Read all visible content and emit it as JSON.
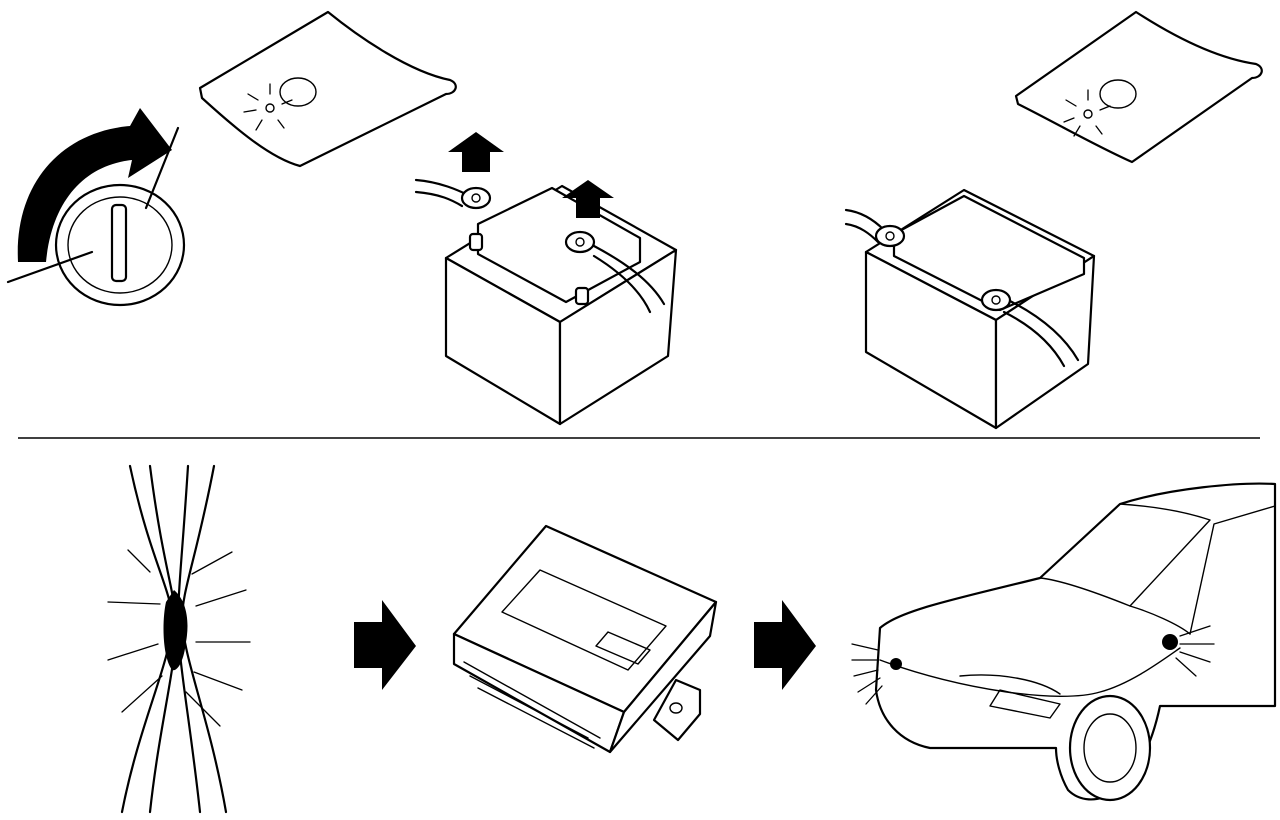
{
  "figure": {
    "panels": [
      {
        "id": "ignition-key-off",
        "icon": "ignition-key-turn-icon"
      },
      {
        "id": "warning-lamp-on",
        "icon": "warning-lamp-icon"
      },
      {
        "id": "disconnect-battery",
        "icon": "battery-terminals-removed-icon"
      },
      {
        "id": "warning-lamp-on-2",
        "icon": "warning-lamp-icon"
      },
      {
        "id": "reconnect-battery",
        "icon": "battery-connected-icon"
      },
      {
        "id": "damaged-wiring",
        "icon": "chafed-wire-icon"
      },
      {
        "id": "control-unit",
        "icon": "control-module-icon"
      },
      {
        "id": "vehicle-front",
        "icon": "car-front-icon"
      }
    ],
    "colors": {
      "line": "#000000",
      "background": "#ffffff"
    }
  }
}
